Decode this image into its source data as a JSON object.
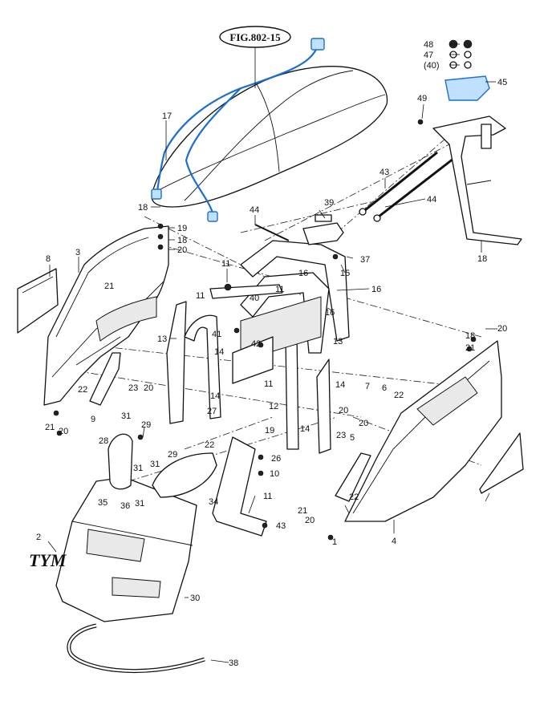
{
  "figure": {
    "title": "FIG.802-15",
    "logo": "TYM"
  },
  "callouts": [
    {
      "id": "c17",
      "text": "17"
    },
    {
      "id": "c18a",
      "text": "18"
    },
    {
      "id": "c19a",
      "text": "19"
    },
    {
      "id": "c18b",
      "text": "18"
    },
    {
      "id": "c20a",
      "text": "20"
    },
    {
      "id": "c8",
      "text": "8"
    },
    {
      "id": "c3",
      "text": "3"
    },
    {
      "id": "c21a",
      "text": "21"
    },
    {
      "id": "c22a",
      "text": "22"
    },
    {
      "id": "c21b",
      "text": "21"
    },
    {
      "id": "c20b",
      "text": "20"
    },
    {
      "id": "c9",
      "text": "9"
    },
    {
      "id": "c23a",
      "text": "23"
    },
    {
      "id": "c20c",
      "text": "20"
    },
    {
      "id": "c13a",
      "text": "13"
    },
    {
      "id": "c11a",
      "text": "11"
    },
    {
      "id": "c41",
      "text": "41"
    },
    {
      "id": "c14a",
      "text": "14"
    },
    {
      "id": "c14b",
      "text": "14"
    },
    {
      "id": "c27",
      "text": "27"
    },
    {
      "id": "c31a",
      "text": "31"
    },
    {
      "id": "c29a",
      "text": "29"
    },
    {
      "id": "c28",
      "text": "28"
    },
    {
      "id": "c29b",
      "text": "29"
    },
    {
      "id": "c31b",
      "text": "31"
    },
    {
      "id": "c31c",
      "text": "31"
    },
    {
      "id": "c22b",
      "text": "22"
    },
    {
      "id": "c35",
      "text": "35"
    },
    {
      "id": "c36",
      "text": "36"
    },
    {
      "id": "c31d",
      "text": "31"
    },
    {
      "id": "c34",
      "text": "34"
    },
    {
      "id": "c2",
      "text": "2"
    },
    {
      "id": "c30",
      "text": "30"
    },
    {
      "id": "c38",
      "text": "38"
    },
    {
      "id": "c44a",
      "text": "44"
    },
    {
      "id": "c11b",
      "text": "11"
    },
    {
      "id": "c16a",
      "text": "16"
    },
    {
      "id": "c11c",
      "text": "11"
    },
    {
      "id": "c42",
      "text": "42"
    },
    {
      "id": "c11d",
      "text": "11"
    },
    {
      "id": "c40",
      "text": "40"
    },
    {
      "id": "c39",
      "text": "39"
    },
    {
      "id": "c37",
      "text": "37"
    },
    {
      "id": "c15",
      "text": "15"
    },
    {
      "id": "c16b",
      "text": "16"
    },
    {
      "id": "c16c",
      "text": "16"
    },
    {
      "id": "c13b",
      "text": "13"
    },
    {
      "id": "c14c",
      "text": "14"
    },
    {
      "id": "c12",
      "text": "12"
    },
    {
      "id": "c14d",
      "text": "14"
    },
    {
      "id": "c19b",
      "text": "19"
    },
    {
      "id": "c26",
      "text": "26"
    },
    {
      "id": "c10",
      "text": "10"
    },
    {
      "id": "c11e",
      "text": "11"
    },
    {
      "id": "c43a",
      "text": "43"
    },
    {
      "id": "c43b",
      "text": "43"
    },
    {
      "id": "c44b",
      "text": "44"
    },
    {
      "id": "c49",
      "text": "49"
    },
    {
      "id": "c48",
      "text": "48"
    },
    {
      "id": "c47",
      "text": "47"
    },
    {
      "id": "c40p",
      "text": "(40)"
    },
    {
      "id": "c45",
      "text": "45"
    },
    {
      "id": "c18c",
      "text": "18"
    },
    {
      "id": "c18d",
      "text": "18"
    },
    {
      "id": "c20d",
      "text": "20"
    },
    {
      "id": "c21c",
      "text": "21"
    },
    {
      "id": "c7",
      "text": "7"
    },
    {
      "id": "c6",
      "text": "6"
    },
    {
      "id": "c22c",
      "text": "22"
    },
    {
      "id": "c20e",
      "text": "20"
    },
    {
      "id": "c20f",
      "text": "20"
    },
    {
      "id": "c23b",
      "text": "23"
    },
    {
      "id": "c5",
      "text": "5"
    },
    {
      "id": "c22d",
      "text": "22"
    },
    {
      "id": "c21d",
      "text": "21"
    },
    {
      "id": "c20g",
      "text": "20"
    },
    {
      "id": "c1",
      "text": "1"
    },
    {
      "id": "c4",
      "text": "4"
    }
  ],
  "colors": {
    "harness": "#1c6fd1",
    "harness_fill": "#bfe0ff",
    "line": "#111111"
  }
}
